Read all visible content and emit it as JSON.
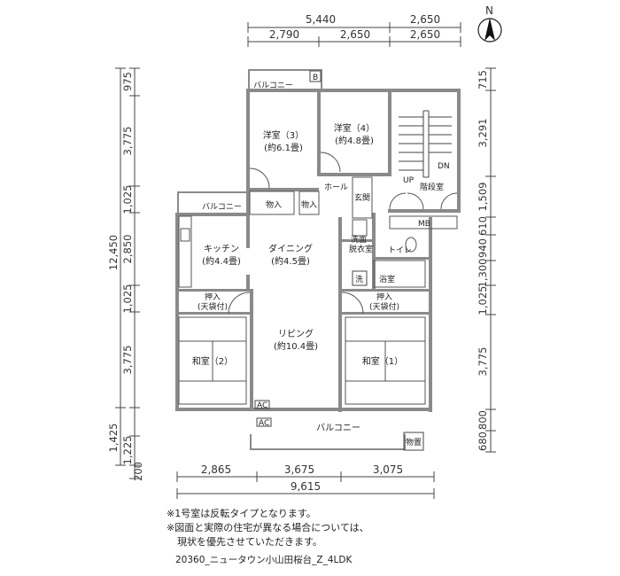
{
  "dimensions": {
    "top_outer": [
      "5,440",
      "2,650"
    ],
    "top_inner": [
      "2,790",
      "2,650",
      "2,650"
    ],
    "bottom_parts": [
      "2,865",
      "3,675",
      "3,075"
    ],
    "bottom_total": "9,615",
    "left_parts": [
      "975",
      "3,775",
      "1,025",
      "2,850",
      "1,025",
      "3,775",
      "1,225",
      "200"
    ],
    "left_total": "12,450",
    "left_extra": "1,425",
    "right_parts": [
      "715",
      "3,291",
      "1,509",
      "610",
      "940",
      "1,300",
      "1,025",
      "3,775",
      "800",
      "680"
    ]
  },
  "rooms": {
    "balcony_top": "バルコニー",
    "balcony_left": "バルコニー",
    "balcony_bottom": "バルコニー",
    "youshitsu3": "洋室（3）",
    "youshitsu3_size": "(約6.1畳)",
    "youshitsu4": "洋室（4）",
    "youshitsu4_size": "(約4.8畳)",
    "oshiire_a": "物入",
    "oshiire_b": "物入",
    "hall": "ホール",
    "genkan": "玄関",
    "kaidan": "階段室",
    "up": "UP",
    "dn": "DN",
    "mb": "MB",
    "kitchen": "キッチン",
    "kitchen_size": "(約4.4畳)",
    "dining": "ダイニング",
    "dining_size": "(約4.5畳)",
    "senmen": "洗面",
    "datsui": "脱衣室",
    "toilet": "トイレ",
    "sen": "洗",
    "yokushitsu": "浴室",
    "oshiire_l": "押入",
    "tenbukuro_l": "(天袋付)",
    "oshiire_r": "押入",
    "tenbukuro_r": "(天袋付)",
    "living": "リビング",
    "living_size": "(約10.4畳)",
    "washitsu2": "和室（2）",
    "washitsu1": "和室（1）",
    "ac1": "AC",
    "ac2": "AC",
    "monooki": "物置",
    "b_mark": "B"
  },
  "north": "N",
  "notes": [
    "※1号室は反転タイプとなります。",
    "※図面と実際の住宅が異なる場合については、",
    "現状を優先させていただきます。"
  ],
  "caption": "20360_ニュータウン小山田桜台_Z_4LDK"
}
